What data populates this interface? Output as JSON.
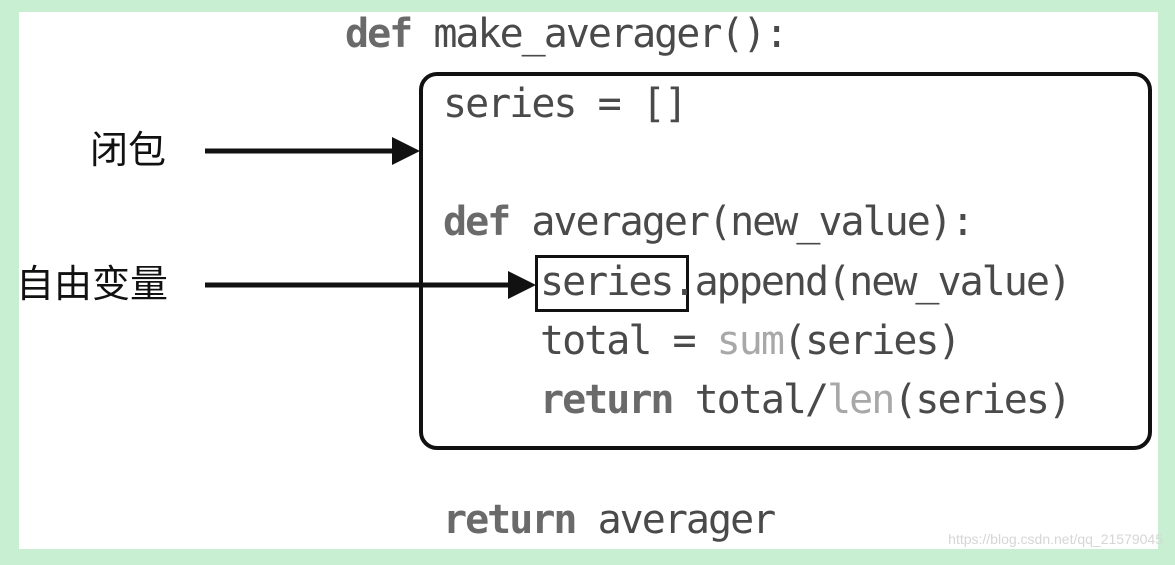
{
  "code": {
    "line1": {
      "kw": "def",
      "text": " make_averager():"
    },
    "line2": {
      "text": "series = []"
    },
    "line3": {
      "kw": "def",
      "text": " averager(new_value):"
    },
    "line4": {
      "var": "series",
      "text": ".append(new_value)"
    },
    "line5": {
      "pre": "total = ",
      "builtin": "sum",
      "post": "(series)"
    },
    "line6": {
      "kw": "return",
      "pre": " total/",
      "builtin": "len",
      "post": "(series)"
    },
    "line7": {
      "kw": "return",
      "text": " averager"
    }
  },
  "annotations": {
    "closure_label": "闭包",
    "free_variable_label": "自由变量"
  },
  "watermark": "https://blog.csdn.net/qq_21579045",
  "colors": {
    "frame": "#c9efd3",
    "keyword": "#6a6a6a",
    "code": "#4a4a4a",
    "builtin": "#a8a8a8",
    "line": "#111111"
  }
}
